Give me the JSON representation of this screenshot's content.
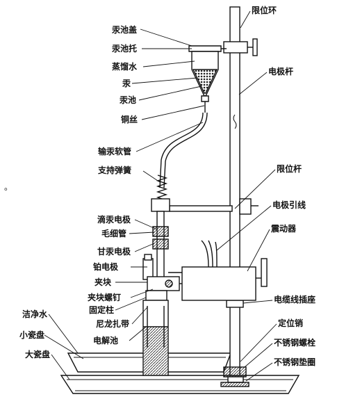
{
  "labels": {
    "hg_cup_cover": "汞池盖",
    "hg_cup_holder": "汞池托",
    "distilled_water": "蒸馏水",
    "mercury": "汞",
    "hg_cup": "汞池",
    "copper_wire": "铜丝",
    "hg_hose": "输汞软管",
    "support_spring": "支持弹簧",
    "dropping_electrode": "滴汞电极",
    "capillary": "毛细管",
    "calomel_electrode": "甘汞电极",
    "pt_electrode": "铂电极",
    "clamp_block": "夹块",
    "clamp_screw": "夹块螺钉",
    "fixed_post": "固定柱",
    "nylon_band": "尼龙扎带",
    "cell": "电解池",
    "clean_water": "洁净水",
    "small_dish": "小瓷盘",
    "large_dish": "大瓷盘",
    "limit_ring": "限位环",
    "electrode_rod": "电极杆",
    "limit_rod": "限位杆",
    "electrode_lead": "电极引线",
    "vibrator": "震动器",
    "cable_socket": "电缆线插座",
    "locating_pin": "定位销",
    "ss_bolt": "不锈钢螺栓",
    "ss_washer": "不锈钢垫圈"
  },
  "side_mark": "。"
}
